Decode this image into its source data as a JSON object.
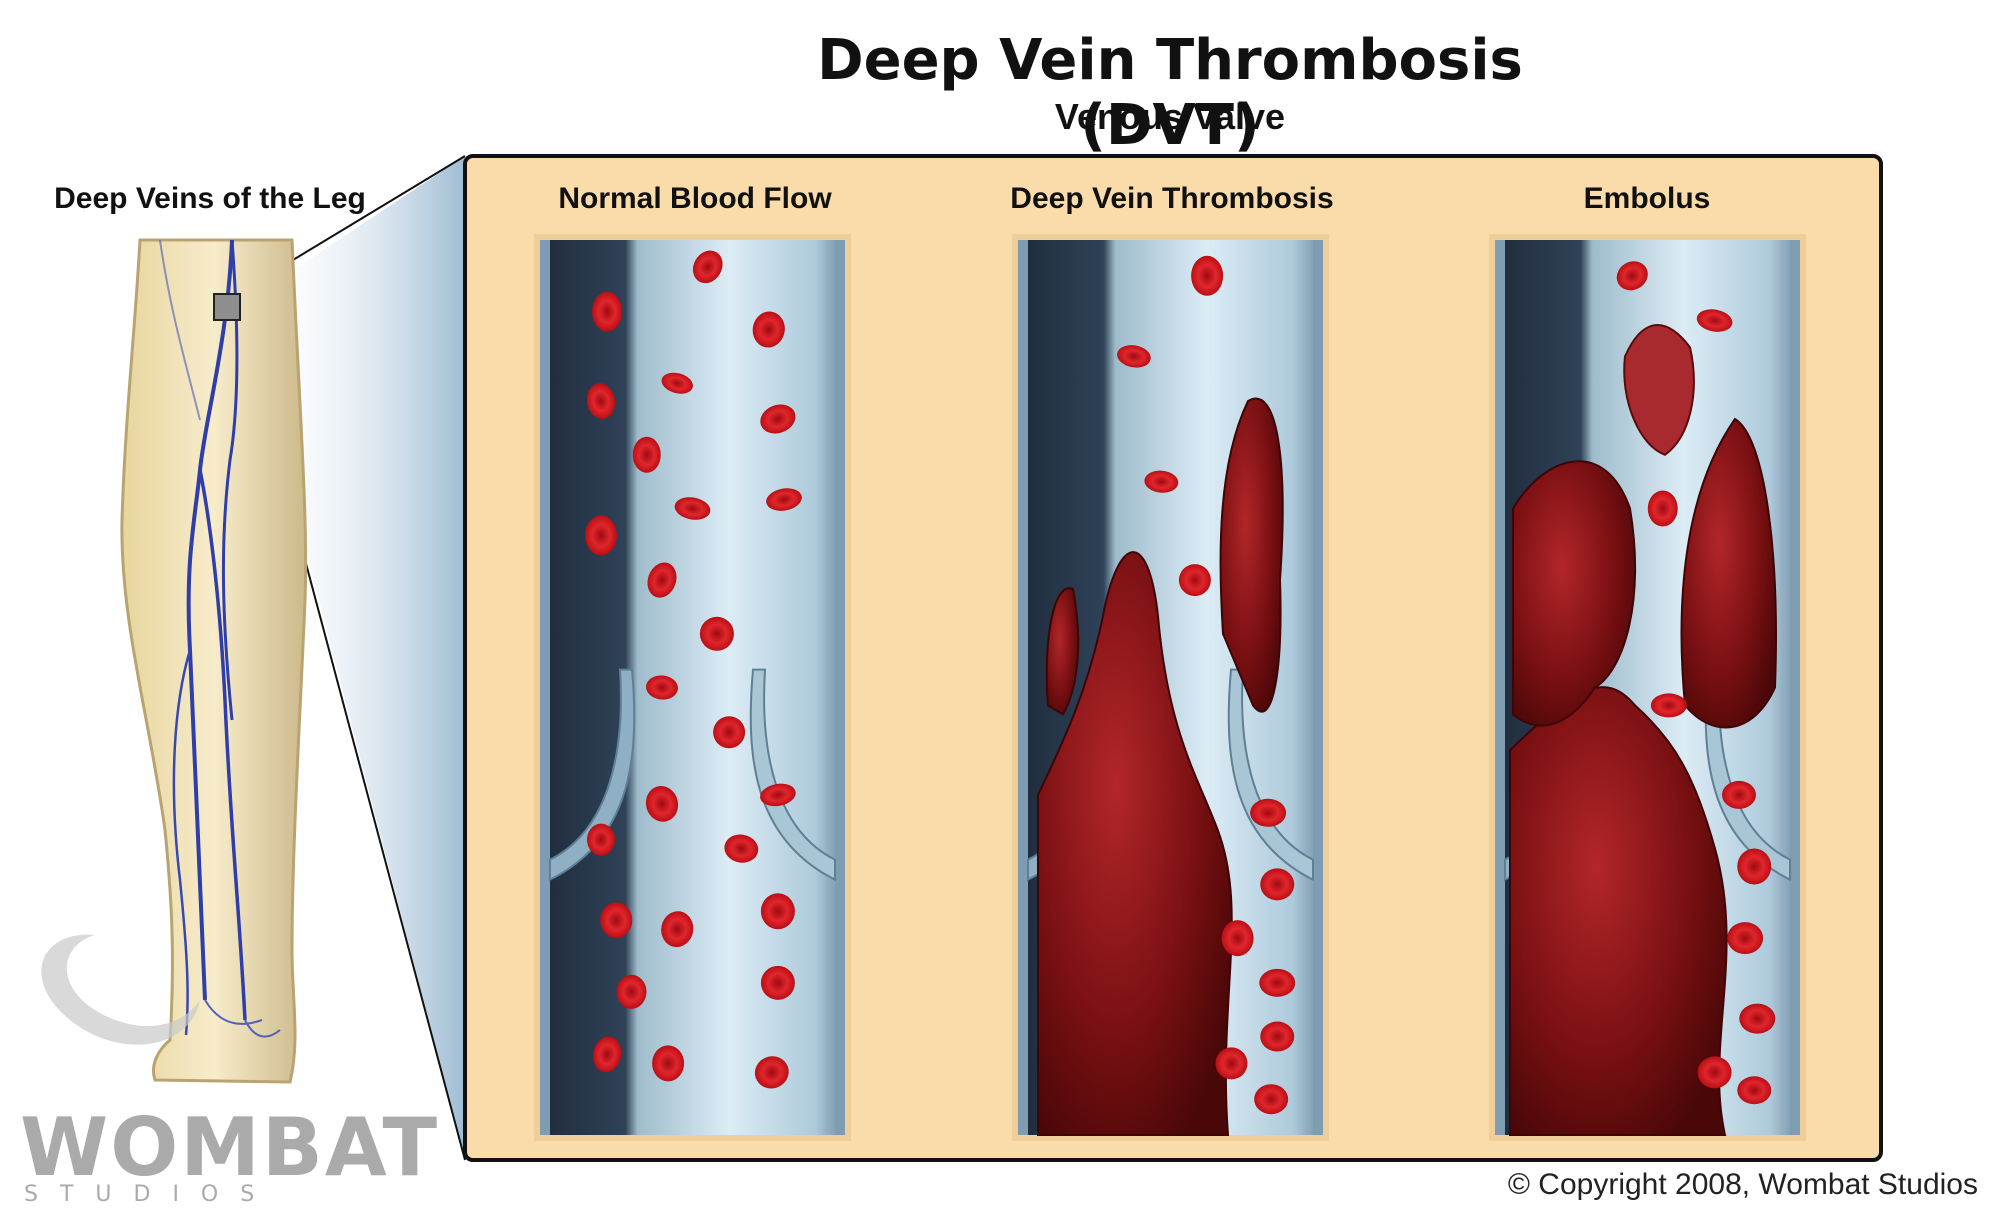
{
  "header": {
    "title": "Deep Vein Thrombosis (DVT)",
    "subtitle": "Venous Valve"
  },
  "leg": {
    "label": "Deep Veins of the Leg"
  },
  "panels": [
    {
      "label": "Normal Blood Flow",
      "state": "normal"
    },
    {
      "label": "Deep Vein Thrombosis",
      "state": "thrombus"
    },
    {
      "label": "Embolus",
      "state": "embolus"
    }
  ],
  "footer": {
    "copyright": "© Copyright 2008, Wombat Studios"
  },
  "logo": {
    "name": "WOMBAT",
    "sub": "STUDIOS"
  },
  "colors": {
    "panel_bg": "#fadcaa",
    "vein_light": "#cfe3ee",
    "vein_dark": "#2c3b4f",
    "rbc": "#d0161c",
    "clot": "#7a1010",
    "leg_skin": "#f2e6bf",
    "vein_line": "#2f3ea8"
  }
}
